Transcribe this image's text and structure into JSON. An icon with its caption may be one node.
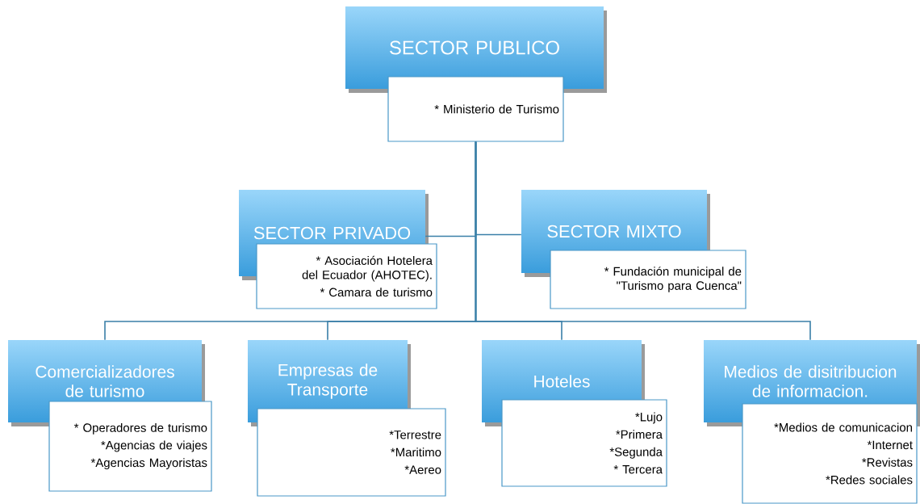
{
  "diagram": {
    "nodes": [
      {
        "text": [
          "SECTOR PUBLICO"
        ]
      },
      {
        "text": [
          "* Ministerio de Turismo"
        ]
      },
      {
        "text": [
          "SECTOR PRIVADO"
        ]
      },
      {
        "text": [
          "* Asociación Hotelera del Ecuador (AHOTEC).",
          "* Camara de turismo"
        ]
      },
      {
        "text": [
          "SECTOR MIXTO"
        ]
      },
      {
        "text": [
          "* Fundación municipal de \"Turismo para Cuenca\""
        ]
      },
      {
        "text": [
          "Comercializadores de turismo"
        ]
      },
      {
        "text": [
          "* Operadores de turismo",
          "*Agencias de viajes",
          "*Agencias Mayoristas"
        ]
      },
      {
        "text": [
          "Empresas de Transporte"
        ]
      },
      {
        "text": [
          "*Terrestre",
          "*Maritimo",
          "*Aereo"
        ]
      },
      {
        "text": [
          "Hoteles"
        ]
      },
      {
        "text": [
          "*Lujo",
          "*Primera",
          "*Segunda",
          "* Tercera"
        ]
      },
      {
        "text": [
          "Medios de disitribucion de informacion."
        ]
      },
      {
        "text": [
          "*Medios de comunicacion",
          "*Internet",
          "*Revistas",
          "*Redes sociales"
        ]
      }
    ],
    "edges": [
      {
        "from": 1,
        "to": 2,
        "arrow": "none"
      },
      {
        "from": 1,
        "to": 4,
        "arrow": "none"
      },
      {
        "from": 1,
        "to": 6,
        "arrow": "none"
      },
      {
        "from": 1,
        "to": 8,
        "arrow": "none"
      },
      {
        "from": 1,
        "to": 10,
        "arrow": "none"
      },
      {
        "from": 1,
        "to": 12,
        "arrow": "none"
      }
    ]
  }
}
